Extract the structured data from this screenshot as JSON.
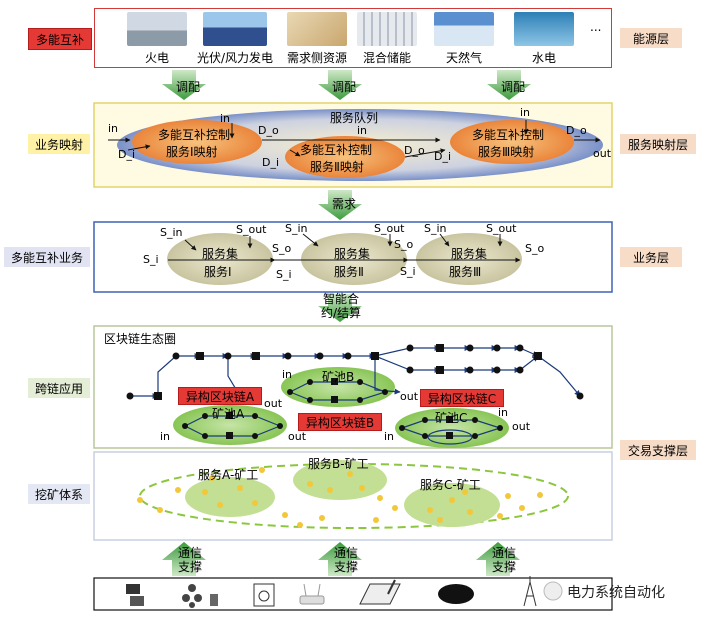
{
  "left_labels": {
    "multi_energy": "多能互补",
    "service_mapping": "业务映射",
    "multi_energy_business": "多能互补业务",
    "cross_chain": "跨链应用",
    "mining": "挖矿体系"
  },
  "right_labels": {
    "energy_layer": "能源层",
    "service_mapping_layer": "服务映射层",
    "business_layer": "业务层",
    "trade_support_layer": "交易支撑层"
  },
  "energy_sources": [
    "火电",
    "光伏/风力发电",
    "需求侧资源",
    "混合储能",
    "天然气",
    "水电"
  ],
  "energy_more": "...",
  "arrows": {
    "dispatch": "调配",
    "demand": "需求",
    "smart_contract": "智能合约/结算",
    "comm_support": "通信支撑"
  },
  "mapping": {
    "queue": "服务队列",
    "control": "多能互补控制",
    "map1": "服务Ⅰ映射",
    "map2": "服务Ⅱ映射",
    "map3": "服务Ⅲ映射",
    "in": "in",
    "out": "out",
    "d_o": "D_o",
    "d_i": "D_i"
  },
  "business": {
    "set": "服务集",
    "s1": "服务Ⅰ",
    "s2": "服务Ⅱ",
    "s3": "服务Ⅲ",
    "s_in": "S_in",
    "s_out": "S_out",
    "s_o": "S_o",
    "s_i": "S_i"
  },
  "blockchain": {
    "title": "区块链生态圈",
    "hetero_a": "异构区块链A",
    "hetero_b": "异构区块链B",
    "hetero_c": "异构区块链C",
    "pool_a": "矿池A",
    "pool_b": "矿池B",
    "pool_c": "矿池C",
    "in": "in",
    "out": "out"
  },
  "mining": {
    "miner_a": "服务A-矿工",
    "miner_b": "服务B-矿工",
    "miner_c": "服务C-矿工"
  },
  "watermark": "电力系统自动化",
  "colors": {
    "red_label": "#e53935",
    "orange_ellipse": "#f0883a",
    "blue_ellipse": "#3f62b8",
    "green_arrow": "#3e9b3e",
    "pool_green": "#8fca5a",
    "business_ellipse": "#d8d3b0"
  },
  "icons": [
    "server-icon",
    "crowd-icon",
    "chip-icon",
    "router-icon",
    "tablet-icon",
    "black-disk-icon",
    "tower-icon"
  ]
}
